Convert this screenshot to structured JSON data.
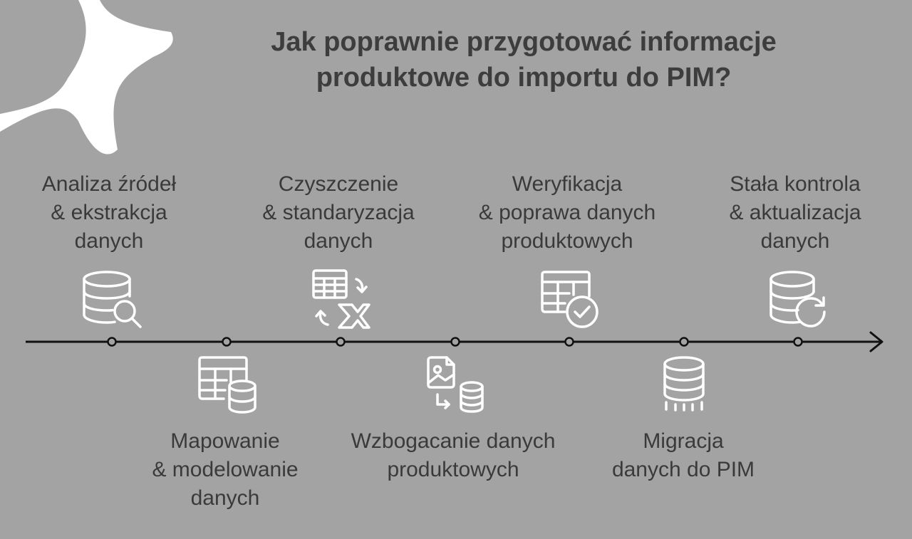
{
  "title": {
    "line1": "Jak poprawnie przygotować informacje",
    "line2": "produktowe do importu do PIM?"
  },
  "steps": [
    {
      "lines": [
        "Analiza źródeł",
        "& ekstrakcja",
        "danych"
      ],
      "icon": "database-search-icon"
    },
    {
      "lines": [
        "Mapowanie",
        "& modelowanie",
        "danych"
      ],
      "icon": "table-database-icon"
    },
    {
      "lines": [
        "Czyszczenie",
        "& standaryzacja",
        "danych"
      ],
      "icon": "table-clean-icon"
    },
    {
      "lines": [
        "Wzbogacanie danych",
        "produktowych"
      ],
      "icon": "image-to-database-icon"
    },
    {
      "lines": [
        "Weryfikacja",
        "& poprawa danych",
        "produktowych"
      ],
      "icon": "table-check-icon"
    },
    {
      "lines": [
        "Migracja",
        "danych do PIM"
      ],
      "icon": "database-upload-icon"
    },
    {
      "lines": [
        "Stała kontrola",
        "& aktualizacja",
        "danych"
      ],
      "icon": "database-refresh-icon"
    }
  ],
  "colors": {
    "background": "#a3a3a3",
    "text": "#3a3a3a",
    "icon_stroke": "#ffffff",
    "timeline": "#111111"
  }
}
